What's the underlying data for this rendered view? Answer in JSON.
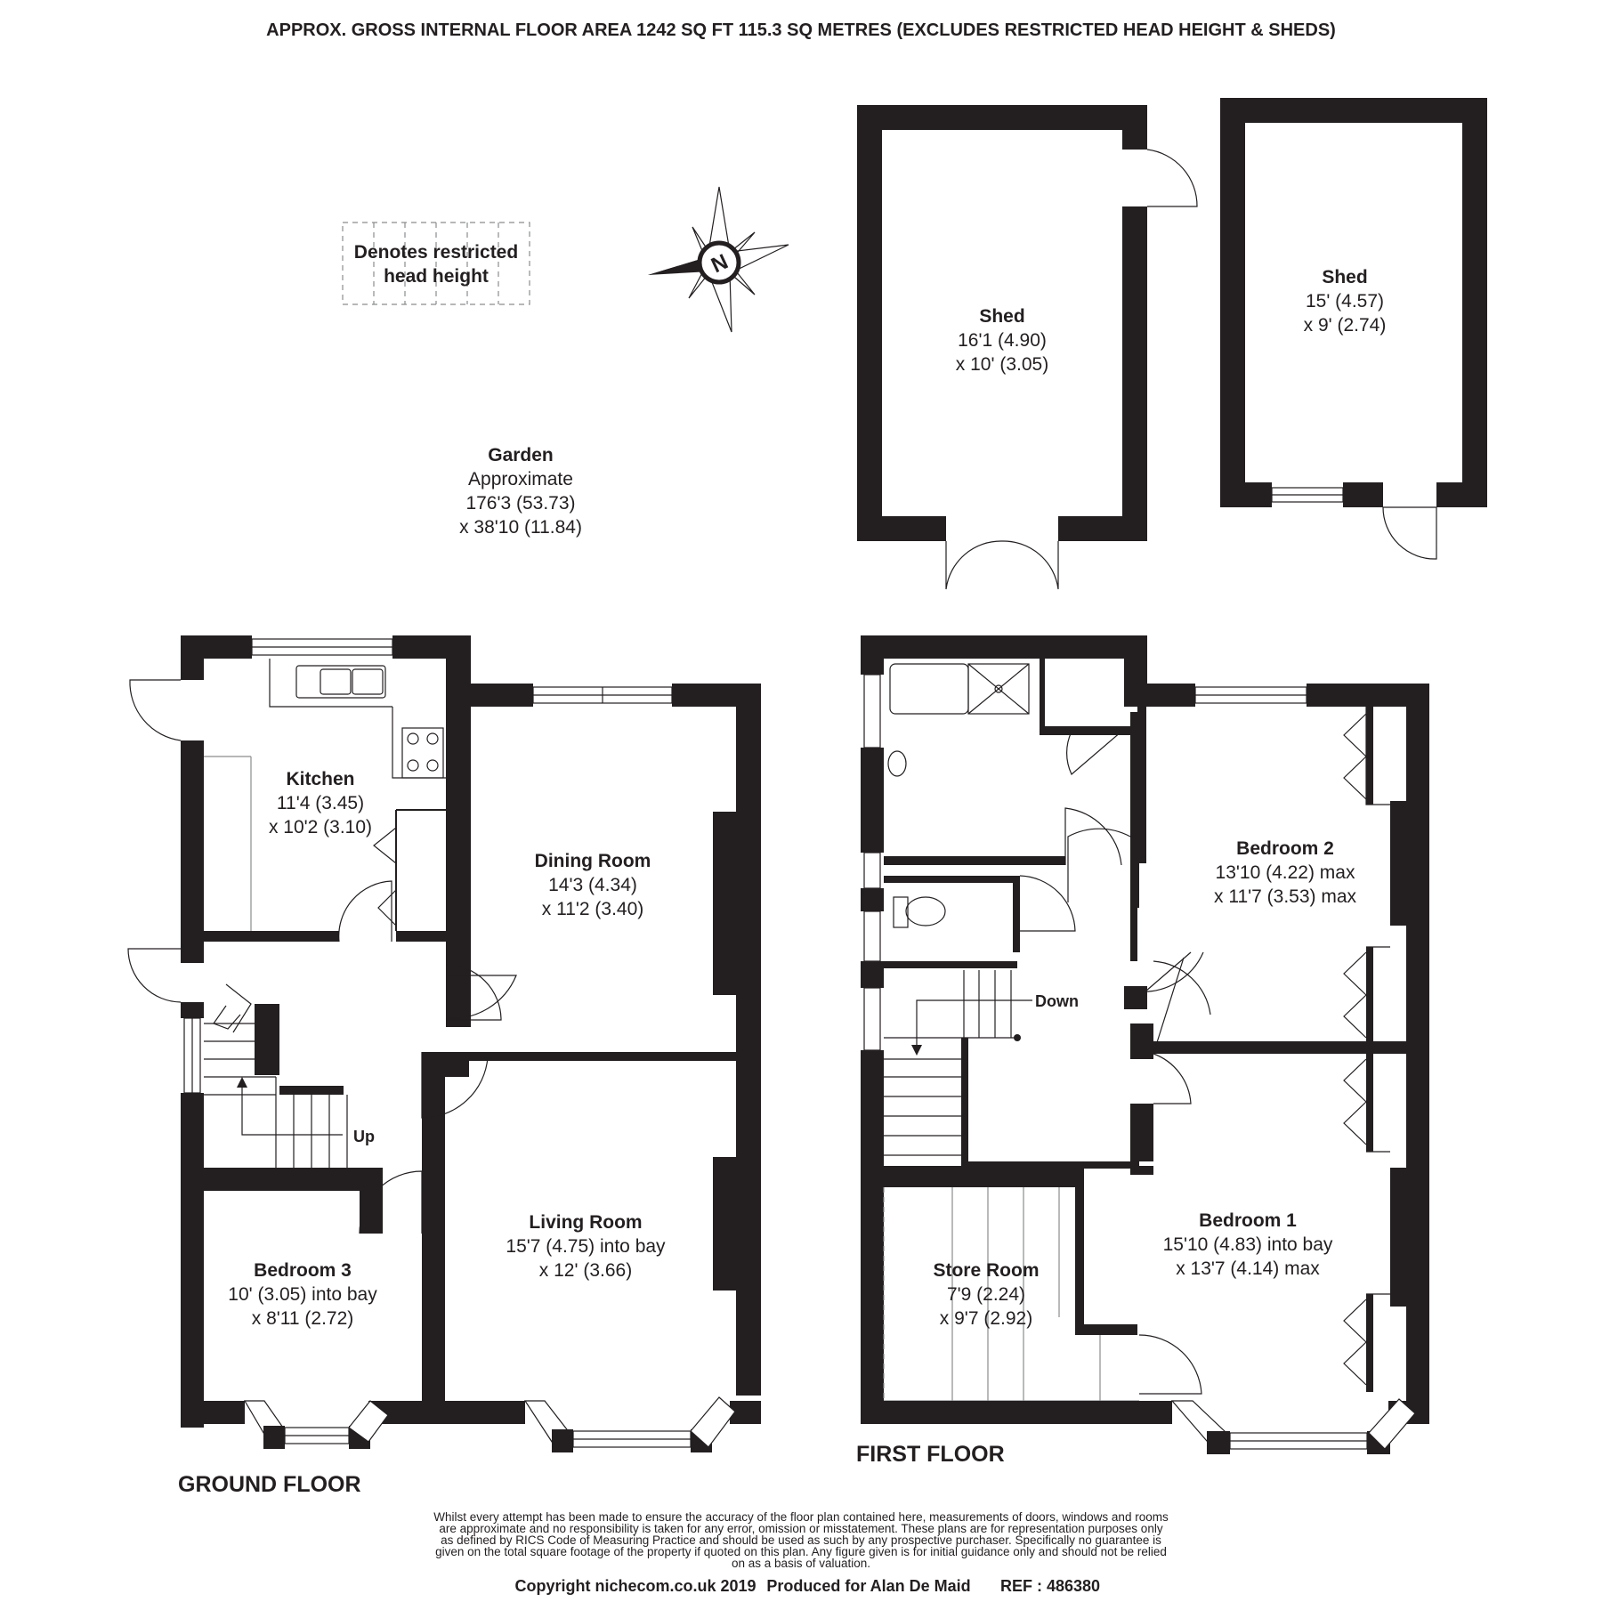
{
  "header": {
    "area_text": "APPROX. GROSS INTERNAL FLOOR AREA 1242 SQ FT 115.3 SQ METRES (EXCLUDES RESTRICTED HEAD HEIGHT & SHEDS)"
  },
  "legend": {
    "line1": "Denotes restricted",
    "line2": "head height"
  },
  "compass": {
    "letter": "N",
    "icon": "compass-rose-icon"
  },
  "garden": {
    "name": "Garden",
    "line1": "Approximate",
    "line2": "176'3 (53.73)",
    "line3": "x 38'10 (11.84)"
  },
  "shed1": {
    "name": "Shed",
    "line1": "16'1 (4.90)",
    "line2": "x 10' (3.05)"
  },
  "shed2": {
    "name": "Shed",
    "line1": "15' (4.57)",
    "line2": "x 9' (2.74)"
  },
  "ground_floor": {
    "label": "GROUND FLOOR",
    "kitchen": {
      "name": "Kitchen",
      "line1": "11'4 (3.45)",
      "line2": "x 10'2 (3.10)"
    },
    "dining": {
      "name": "Dining Room",
      "line1": "14'3 (4.34)",
      "line2": "x 11'2 (3.40)"
    },
    "living": {
      "name": "Living Room",
      "line1": "15'7 (4.75) into bay",
      "line2": "x 12' (3.66)"
    },
    "bedroom3": {
      "name": "Bedroom 3",
      "line1": "10' (3.05) into bay",
      "line2": "x 8'11 (2.72)"
    },
    "stairs_label": "Up"
  },
  "first_floor": {
    "label": "FIRST FLOOR",
    "bedroom2": {
      "name": "Bedroom 2",
      "line1": "13'10 (4.22) max",
      "line2": "x 11'7 (3.53) max"
    },
    "bedroom1": {
      "name": "Bedroom 1",
      "line1": "15'10 (4.83) into bay",
      "line2": "x 13'7 (4.14) max"
    },
    "store": {
      "name": "Store Room",
      "line1": "7'9 (2.24)",
      "line2": "x 9'7 (2.92)"
    },
    "stairs_label": "Down"
  },
  "disclaimer": [
    "Whilst every attempt has been made to ensure the accuracy of the floor plan contained here, measurements of doors, windows and rooms",
    "are approximate and no responsibility is taken for any error, omission or misstatement. These plans are for representation purposes only",
    "as defined by RICS Code of Measuring Practice and should be used as such by any prospective purchaser.  Specifically no guarantee is",
    "given on the total square footage of the property if quoted on this plan. Any figure given is for initial guidance only and should not be relied",
    "on as a basis of valuation."
  ],
  "footer": {
    "copyright": "Copyright nichecom.co.uk 2019",
    "produced": "Produced for Alan De Maid",
    "ref": "REF :  486380"
  }
}
